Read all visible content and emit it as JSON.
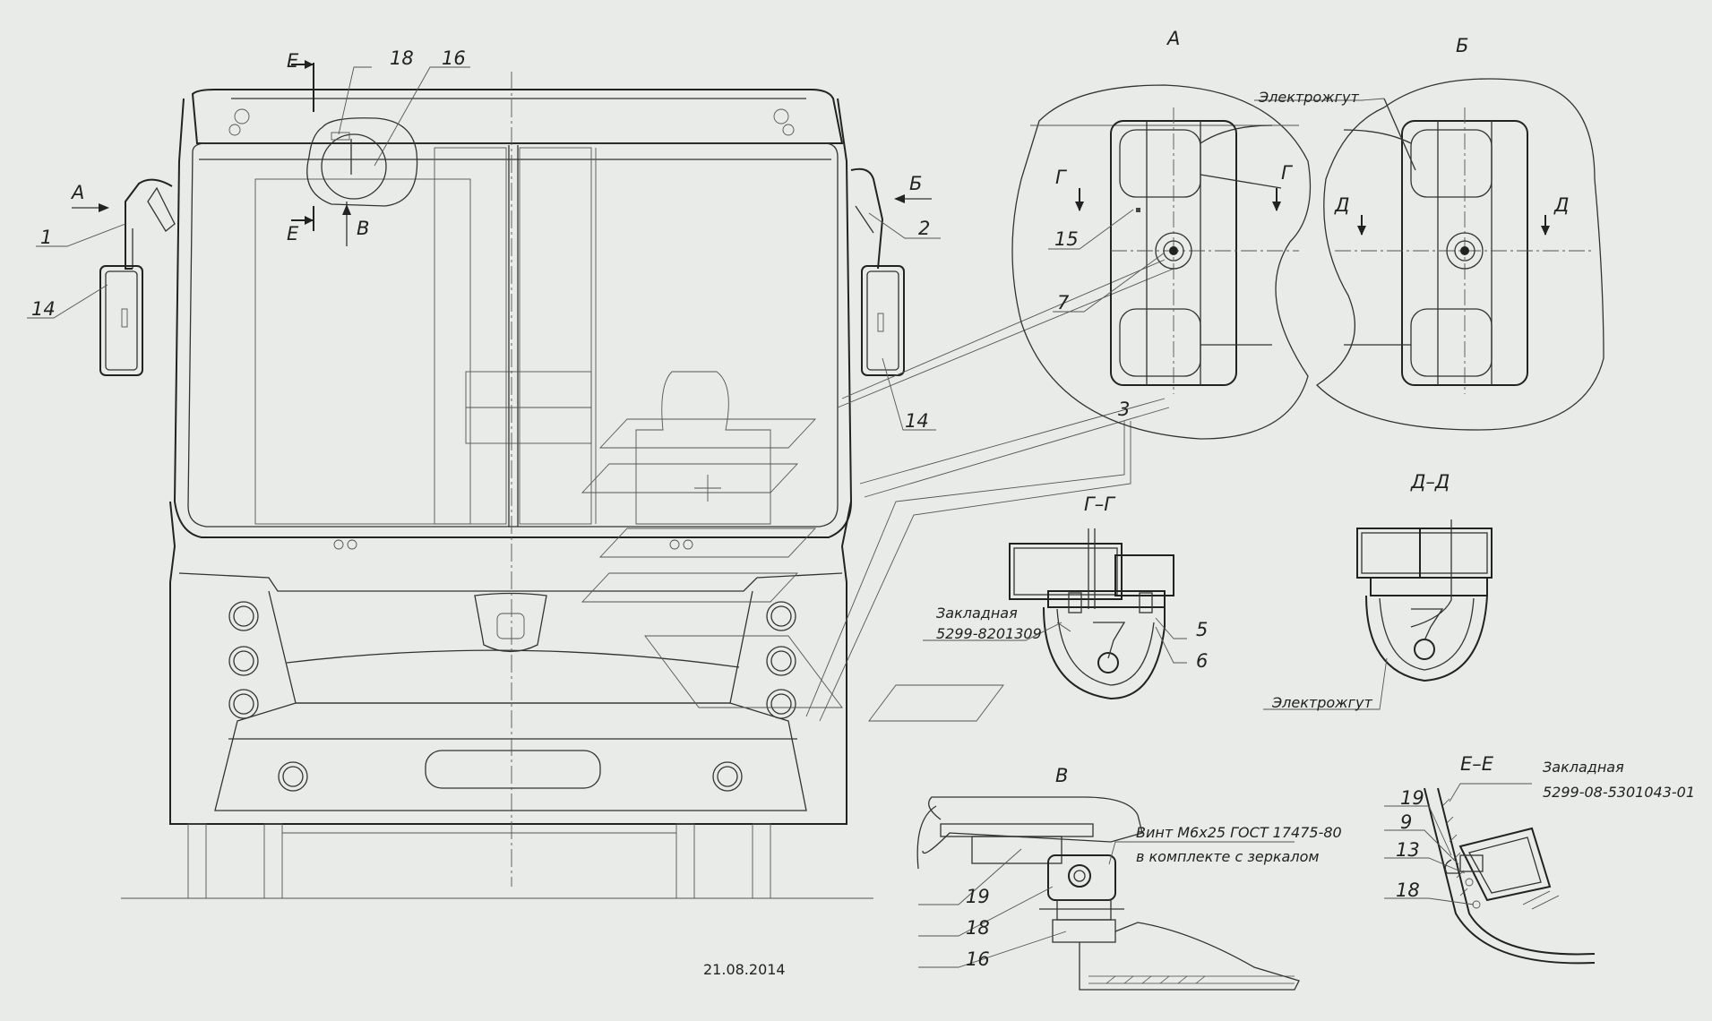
{
  "views": {
    "A": "А",
    "B": "Б",
    "V": "В",
    "GG": "Г–Г",
    "DD": "Д–Д",
    "EE": "Е–Е"
  },
  "section_letters": {
    "E": "Е",
    "V": "В",
    "A": "А",
    "B": "Б",
    "G": "Г",
    "D": "Д"
  },
  "callouts": {
    "c1": "1",
    "c2": "2",
    "c3": "3",
    "c5": "5",
    "c6": "6",
    "c7": "7",
    "c9": "9",
    "c13": "13",
    "c14": "14",
    "c15": "15",
    "c16": "16",
    "c18": "18",
    "c19": "19"
  },
  "notes": {
    "harness": "Электрожгут",
    "embed": "Закладная",
    "embed_part_1": "5299-8201309",
    "embed_part_2": "5299-08-5301043-01",
    "screw": "Винт М6х25 ГОСТ 17475-80",
    "kit": "в комплекте с зеркалом"
  },
  "date": "21.08.2014"
}
